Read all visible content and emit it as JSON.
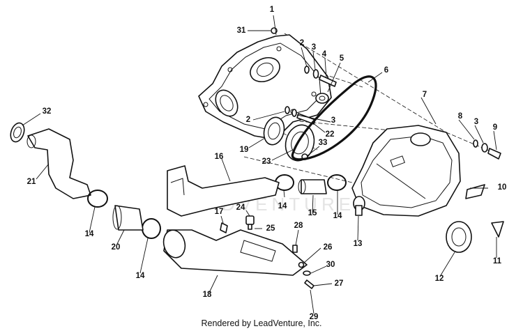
{
  "footer": "Rendered by LeadVenture, Inc.",
  "watermark": "LEADVENTURE",
  "callouts": [
    "1",
    "2",
    "3",
    "4",
    "5",
    "6",
    "7",
    "8",
    "3",
    "9",
    "31",
    "2",
    "3",
    "22",
    "19",
    "23",
    "33",
    "32",
    "21",
    "16",
    "14",
    "15",
    "14",
    "10",
    "13",
    "17",
    "24",
    "25",
    "28",
    "14",
    "20",
    "14",
    "26",
    "30",
    "12",
    "11",
    "18",
    "27",
    "29"
  ]
}
